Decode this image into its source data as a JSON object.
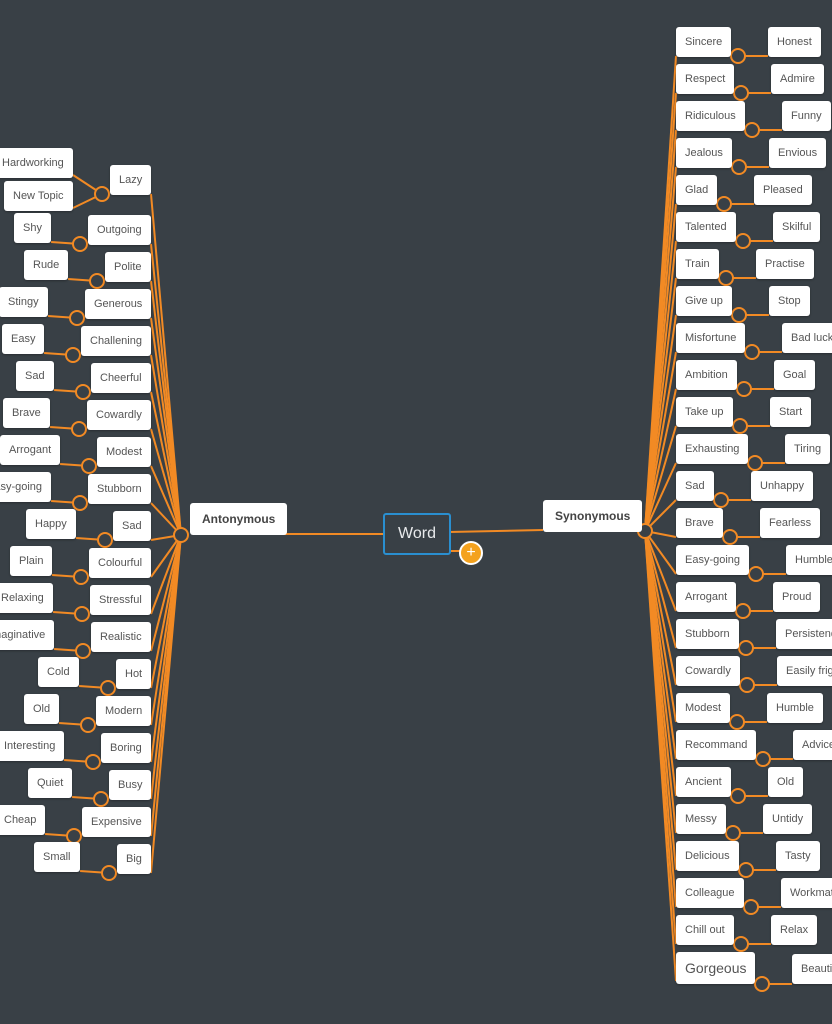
{
  "colors": {
    "background": "#394046",
    "connector": "#f28a24",
    "root_border": "#2a8fd0",
    "add_button": "#f4a21e"
  },
  "root": {
    "label": "Word"
  },
  "add_button": {
    "icon": "plus-icon",
    "label": "+"
  },
  "antonyms": {
    "label": "Antonymous",
    "pairs": [
      {
        "word": "Lazy",
        "related": [
          "Hardworking",
          "New Topic"
        ]
      },
      {
        "word": "Outgoing",
        "related": [
          "Shy"
        ]
      },
      {
        "word": "Polite",
        "related": [
          "Rude"
        ]
      },
      {
        "word": "Generous",
        "related": [
          "Stingy"
        ]
      },
      {
        "word": "Challening",
        "related": [
          "Easy"
        ]
      },
      {
        "word": "Cheerful",
        "related": [
          "Sad"
        ]
      },
      {
        "word": "Cowardly",
        "related": [
          "Brave"
        ]
      },
      {
        "word": "Modest",
        "related": [
          "Arrogant"
        ]
      },
      {
        "word": "Stubborn",
        "related": [
          "Easy-going"
        ]
      },
      {
        "word": "Sad",
        "related": [
          "Happy"
        ]
      },
      {
        "word": "Colourful",
        "related": [
          "Plain"
        ]
      },
      {
        "word": "Stressful",
        "related": [
          "Relaxing"
        ]
      },
      {
        "word": "Realistic",
        "related": [
          "Imaginative"
        ]
      },
      {
        "word": "Hot",
        "related": [
          "Cold"
        ]
      },
      {
        "word": "Modern",
        "related": [
          "Old"
        ]
      },
      {
        "word": "Boring",
        "related": [
          "Interesting"
        ]
      },
      {
        "word": "Busy",
        "related": [
          "Quiet"
        ]
      },
      {
        "word": "Expensive",
        "related": [
          "Cheap"
        ]
      },
      {
        "word": "Big",
        "related": [
          "Small"
        ]
      }
    ]
  },
  "synonyms": {
    "label": "Synonymous",
    "pairs": [
      {
        "word": "Sincere",
        "related": [
          "Honest"
        ]
      },
      {
        "word": "Respect",
        "related": [
          "Admire"
        ]
      },
      {
        "word": "Ridiculous",
        "related": [
          "Funny"
        ]
      },
      {
        "word": "Jealous",
        "related": [
          "Envious"
        ]
      },
      {
        "word": "Glad",
        "related": [
          "Pleased"
        ]
      },
      {
        "word": "Talented",
        "related": [
          "Skilful"
        ]
      },
      {
        "word": "Train",
        "related": [
          "Practise"
        ]
      },
      {
        "word": "Give up",
        "related": [
          "Stop"
        ]
      },
      {
        "word": "Misfortune",
        "related": [
          "Bad luck"
        ]
      },
      {
        "word": "Ambition",
        "related": [
          "Goal"
        ]
      },
      {
        "word": "Take up",
        "related": [
          "Start"
        ]
      },
      {
        "word": "Exhausting",
        "related": [
          "Tiring"
        ]
      },
      {
        "word": "Sad",
        "related": [
          "Unhappy"
        ]
      },
      {
        "word": "Brave",
        "related": [
          "Fearless"
        ]
      },
      {
        "word": "Easy-going",
        "related": [
          "Humble"
        ]
      },
      {
        "word": "Arrogant",
        "related": [
          "Proud"
        ]
      },
      {
        "word": "Stubborn",
        "related": [
          "Persistend"
        ]
      },
      {
        "word": "Cowardly",
        "related": [
          "Easily fright"
        ]
      },
      {
        "word": "Modest",
        "related": [
          "Humble"
        ]
      },
      {
        "word": "Recommand",
        "related": [
          "Advice"
        ]
      },
      {
        "word": "Ancient",
        "related": [
          "Old"
        ]
      },
      {
        "word": "Messy",
        "related": [
          "Untidy"
        ]
      },
      {
        "word": "Delicious",
        "related": [
          "Tasty"
        ]
      },
      {
        "word": "Colleague",
        "related": [
          "Workmate"
        ]
      },
      {
        "word": "Chill out",
        "related": [
          "Relax"
        ]
      },
      {
        "word": "Gorgeous",
        "related": [
          "Beautiful"
        ]
      }
    ]
  }
}
